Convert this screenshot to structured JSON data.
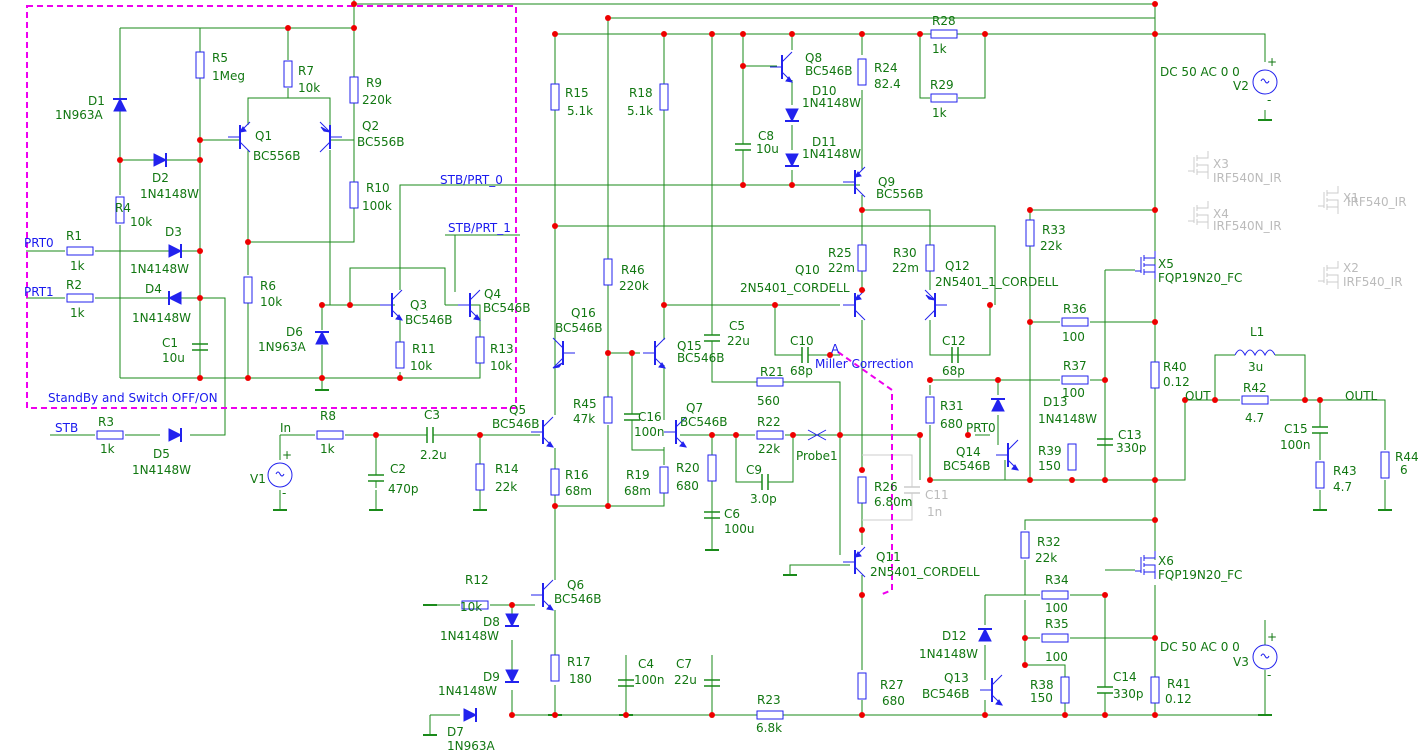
{
  "title": "",
  "box_label": "StandBy and Switch OFF/ON",
  "miller_label": "Miller Correction",
  "probe_label": "Probe1",
  "probe_pin": "A",
  "ports": [
    {
      "id": "prt0",
      "label": "PRT0"
    },
    {
      "id": "prt1",
      "label": "PRT1"
    },
    {
      "id": "stb",
      "label": "STB"
    },
    {
      "id": "in",
      "label": "In"
    },
    {
      "id": "stb_prt0",
      "label": "STB/PRT_0"
    },
    {
      "id": "stb_prt1",
      "label": "STB/PRT_1"
    },
    {
      "id": "prt0b",
      "label": "PRT0"
    },
    {
      "id": "out",
      "label": "OUT"
    },
    {
      "id": "outl",
      "label": "OUTL"
    }
  ],
  "sources": [
    {
      "id": "V1",
      "name": "V1",
      "value": ""
    },
    {
      "id": "V2",
      "name": "V2",
      "value": "DC 50 AC 0 0"
    },
    {
      "id": "V3",
      "name": "V3",
      "value": "DC 50 AC 0 0"
    }
  ],
  "resistors": [
    {
      "id": "R1",
      "name": "R1",
      "value": "1k"
    },
    {
      "id": "R2",
      "name": "R2",
      "value": "1k"
    },
    {
      "id": "R3",
      "name": "R3",
      "value": "1k"
    },
    {
      "id": "R4",
      "name": "R4",
      "value": "10k"
    },
    {
      "id": "R5",
      "name": "R5",
      "value": "1Meg"
    },
    {
      "id": "R6",
      "name": "R6",
      "value": "10k"
    },
    {
      "id": "R7",
      "name": "R7",
      "value": "10k"
    },
    {
      "id": "R8",
      "name": "R8",
      "value": "1k"
    },
    {
      "id": "R9",
      "name": "R9",
      "value": "220k"
    },
    {
      "id": "R10",
      "name": "R10",
      "value": "100k"
    },
    {
      "id": "R11",
      "name": "R11",
      "value": "10k"
    },
    {
      "id": "R12",
      "name": "R12",
      "value": "10k"
    },
    {
      "id": "R13",
      "name": "R13",
      "value": "10k"
    },
    {
      "id": "R14",
      "name": "R14",
      "value": "22k"
    },
    {
      "id": "R15",
      "name": "R15",
      "value": "5.1k"
    },
    {
      "id": "R16",
      "name": "R16",
      "value": "68m"
    },
    {
      "id": "R17",
      "name": "R17",
      "value": "180"
    },
    {
      "id": "R18",
      "name": "R18",
      "value": "5.1k"
    },
    {
      "id": "R19",
      "name": "R19",
      "value": "68m"
    },
    {
      "id": "R20",
      "name": "R20",
      "value": "680"
    },
    {
      "id": "R21",
      "name": "R21",
      "value": "560"
    },
    {
      "id": "R22",
      "name": "R22",
      "value": "22k"
    },
    {
      "id": "R23",
      "name": "R23",
      "value": "6.8k"
    },
    {
      "id": "R24",
      "name": "R24",
      "value": "82.4"
    },
    {
      "id": "R25",
      "name": "R25",
      "value": "22m"
    },
    {
      "id": "R26",
      "name": "R26",
      "value": "6.80m"
    },
    {
      "id": "R27",
      "name": "R27",
      "value": "680"
    },
    {
      "id": "R28",
      "name": "R28",
      "value": "1k"
    },
    {
      "id": "R29",
      "name": "R29",
      "value": "1k"
    },
    {
      "id": "R30",
      "name": "R30",
      "value": "22m"
    },
    {
      "id": "R31",
      "name": "R31",
      "value": "680"
    },
    {
      "id": "R32",
      "name": "R32",
      "value": "22k"
    },
    {
      "id": "R33",
      "name": "R33",
      "value": "22k"
    },
    {
      "id": "R34",
      "name": "R34",
      "value": "100"
    },
    {
      "id": "R35",
      "name": "R35",
      "value": "100"
    },
    {
      "id": "R36",
      "name": "R36",
      "value": "100"
    },
    {
      "id": "R37",
      "name": "R37",
      "value": "100"
    },
    {
      "id": "R38",
      "name": "R38",
      "value": "150"
    },
    {
      "id": "R39",
      "name": "R39",
      "value": "150"
    },
    {
      "id": "R40",
      "name": "R40",
      "value": "0.12"
    },
    {
      "id": "R41",
      "name": "R41",
      "value": "0.12"
    },
    {
      "id": "R42",
      "name": "R42",
      "value": "4.7"
    },
    {
      "id": "R43",
      "name": "R43",
      "value": "4.7"
    },
    {
      "id": "R44",
      "name": "R44",
      "value": "6"
    },
    {
      "id": "R45",
      "name": "R45",
      "value": "47k"
    },
    {
      "id": "R46",
      "name": "R46",
      "value": "220k"
    }
  ],
  "capacitors": [
    {
      "id": "C1",
      "name": "C1",
      "value": "10u"
    },
    {
      "id": "C2",
      "name": "C2",
      "value": "470p"
    },
    {
      "id": "C3",
      "name": "C3",
      "value": "2.2u"
    },
    {
      "id": "C4",
      "name": "C4",
      "value": "100n"
    },
    {
      "id": "C5",
      "name": "C5",
      "value": "22u"
    },
    {
      "id": "C6",
      "name": "C6",
      "value": "100u"
    },
    {
      "id": "C7",
      "name": "C7",
      "value": "22u"
    },
    {
      "id": "C8",
      "name": "C8",
      "value": "10u"
    },
    {
      "id": "C9",
      "name": "C9",
      "value": "3.0p"
    },
    {
      "id": "C10",
      "name": "C10",
      "value": "68p"
    },
    {
      "id": "C11",
      "name": "C11",
      "value": "1n"
    },
    {
      "id": "C12",
      "name": "C12",
      "value": "68p"
    },
    {
      "id": "C13",
      "name": "C13",
      "value": "330p"
    },
    {
      "id": "C14",
      "name": "C14",
      "value": "330p"
    },
    {
      "id": "C15",
      "name": "C15",
      "value": "100n"
    },
    {
      "id": "C16",
      "name": "C16",
      "value": "100n"
    }
  ],
  "inductors": [
    {
      "id": "L1",
      "name": "L1",
      "value": "3u"
    }
  ],
  "diodes": [
    {
      "id": "D1",
      "name": "D1",
      "value": "1N963A"
    },
    {
      "id": "D2",
      "name": "D2",
      "value": "1N4148W"
    },
    {
      "id": "D3",
      "name": "D3",
      "value": "1N4148W"
    },
    {
      "id": "D4",
      "name": "D4",
      "value": "1N4148W"
    },
    {
      "id": "D5",
      "name": "D5",
      "value": "1N4148W"
    },
    {
      "id": "D6",
      "name": "D6",
      "value": "1N963A"
    },
    {
      "id": "D7",
      "name": "D7",
      "value": "1N963A"
    },
    {
      "id": "D8",
      "name": "D8",
      "value": "1N4148W"
    },
    {
      "id": "D9",
      "name": "D9",
      "value": "1N4148W"
    },
    {
      "id": "D10",
      "name": "D10",
      "value": "1N4148W"
    },
    {
      "id": "D11",
      "name": "D11",
      "value": "1N4148W"
    },
    {
      "id": "D12",
      "name": "D12",
      "value": "1N4148W"
    },
    {
      "id": "D13",
      "name": "D13",
      "value": "1N4148W"
    }
  ],
  "transistors": [
    {
      "id": "Q1",
      "name": "Q1",
      "value": "BC556B"
    },
    {
      "id": "Q2",
      "name": "Q2",
      "value": "BC556B"
    },
    {
      "id": "Q3",
      "name": "Q3",
      "value": "BC546B"
    },
    {
      "id": "Q4",
      "name": "Q4",
      "value": "BC546B"
    },
    {
      "id": "Q5",
      "name": "Q5",
      "value": "BC546B"
    },
    {
      "id": "Q6",
      "name": "Q6",
      "value": "BC546B"
    },
    {
      "id": "Q7",
      "name": "Q7",
      "value": "BC546B"
    },
    {
      "id": "Q8",
      "name": "Q8",
      "value": "BC546B"
    },
    {
      "id": "Q9",
      "name": "Q9",
      "value": "BC556B"
    },
    {
      "id": "Q10",
      "name": "Q10",
      "value": "2N5401_CORDELL"
    },
    {
      "id": "Q11",
      "name": "Q11",
      "value": "2N5401_CORDELL"
    },
    {
      "id": "Q12",
      "name": "Q12",
      "value": "2N5401_1_CORDELL"
    },
    {
      "id": "Q13",
      "name": "Q13",
      "value": "BC546B"
    },
    {
      "id": "Q14",
      "name": "Q14",
      "value": "BC546B"
    },
    {
      "id": "Q15",
      "name": "Q15",
      "value": "BC546B"
    },
    {
      "id": "Q16",
      "name": "Q16",
      "value": "BC546B"
    }
  ],
  "mosfets": [
    {
      "id": "X5",
      "name": "X5",
      "value": "FQP19N20_FC",
      "active": true
    },
    {
      "id": "X6",
      "name": "X6",
      "value": "FQP19N20_FC",
      "active": true
    },
    {
      "id": "X3",
      "name": "X3",
      "value": "IRF540N_IR",
      "active": false
    },
    {
      "id": "X4",
      "name": "X4",
      "value": "IRF540N_IR",
      "active": false
    },
    {
      "id": "X1",
      "name": "X1",
      "value": "IRF540_IR",
      "active": false
    },
    {
      "id": "X2",
      "name": "X2",
      "value": "IRF540_IR",
      "active": false
    }
  ],
  "colors": {
    "wire": "#1a8a1a",
    "component": "#2222ee",
    "junction": "#ee0000",
    "label": "#117711",
    "port": "#1a1aee",
    "highlight": "#ee00ee",
    "inactive": "#bbbbbb"
  }
}
